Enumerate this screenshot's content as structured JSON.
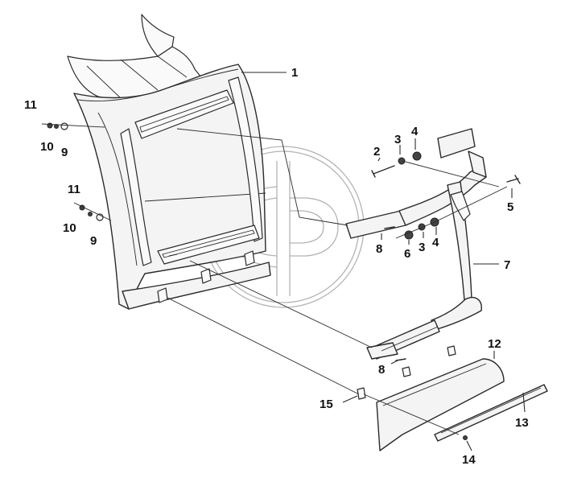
{
  "callouts": [
    {
      "id": "c1",
      "text": "1"
    },
    {
      "id": "c2",
      "text": "2"
    },
    {
      "id": "c3a",
      "text": "3"
    },
    {
      "id": "c4a",
      "text": "4"
    },
    {
      "id": "c5",
      "text": "5"
    },
    {
      "id": "c6",
      "text": "6"
    },
    {
      "id": "c3b",
      "text": "3"
    },
    {
      "id": "c4b",
      "text": "4"
    },
    {
      "id": "c7",
      "text": "7"
    },
    {
      "id": "c8a",
      "text": "8"
    },
    {
      "id": "c8b",
      "text": "8"
    },
    {
      "id": "c9a",
      "text": "9"
    },
    {
      "id": "c10a",
      "text": "10"
    },
    {
      "id": "c11a",
      "text": "11"
    },
    {
      "id": "c9b",
      "text": "9"
    },
    {
      "id": "c10b",
      "text": "10"
    },
    {
      "id": "c11b",
      "text": "11"
    },
    {
      "id": "c12",
      "text": "12"
    },
    {
      "id": "c13",
      "text": "13"
    },
    {
      "id": "c14",
      "text": "14"
    },
    {
      "id": "c15",
      "text": "15"
    }
  ]
}
